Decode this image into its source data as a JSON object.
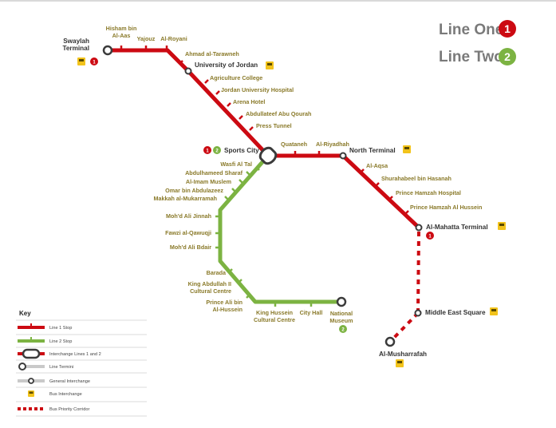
{
  "legend": {
    "line_one": {
      "label": "Line One",
      "number": "1",
      "color": "#cc0a12"
    },
    "line_two": {
      "label": "Line Two",
      "number": "2",
      "color": "#7cb342"
    }
  },
  "terminals": {
    "swaylah": "Swaylah Terminal",
    "sports_city": "Sports City",
    "north_terminal": "North Terminal",
    "mahatta_terminal": "Al-Mahatta Terminal",
    "middle_east_square": "Middle East Square",
    "musharrafah": "Al-Musharrafah",
    "national_museum": "National Museum",
    "university_of_jordan": "University of Jordan"
  },
  "stations": {
    "line_one": [
      "Hisham bin Al-Aas",
      "Yajouz",
      "Al-Royani",
      "Ahmad al-Tarawneh",
      "Agriculture College",
      "Jordan University Hospital",
      "Arena Hotel",
      "Abdullateef Abu Qourah",
      "Press Tunnel",
      "Quataneh",
      "Al-Riyadhah",
      "Al-Aqsa",
      "Shurahabeel bin Hasanah",
      "Prince Hamzah Hospital",
      "Prince Hamzah Al Hussein"
    ],
    "line_two": [
      "Wasfi Al Tal",
      "Abdulhameed Sharaf",
      "Al-Imam Muslem",
      "Omar bin Abdulazeez",
      "Makkah al-Mukarramah",
      "Moh'd Ali Jinnah",
      "Fawzi al-Qawuqji",
      "Moh'd Ali Bdair",
      "Barada",
      "King Abdullah II Cultural Centre",
      "Prince Ali bin Al-Hussein",
      "King Hussein Cultural Centre",
      "City Hall"
    ]
  },
  "badges": {
    "one": "1",
    "two": "2"
  },
  "key": {
    "title": "Key",
    "items": [
      {
        "label": "Line 1 Stop"
      },
      {
        "label": "Line 2 Stop"
      },
      {
        "label": "Interchange Lines 1 and 2"
      },
      {
        "label": "Line Termini"
      },
      {
        "label": "General Interchange"
      },
      {
        "label": "Bus Interchange"
      },
      {
        "label": "Bus Priority Corridor"
      }
    ]
  },
  "colors": {
    "red": "#cc0a12",
    "green": "#7cb342",
    "label": "#8a7a2a",
    "bus_yellow": "#f2c31b",
    "terminal_dark": "#3b3b3b"
  },
  "icons": [
    "bus-icon",
    "line-badge-1",
    "line-badge-2"
  ]
}
